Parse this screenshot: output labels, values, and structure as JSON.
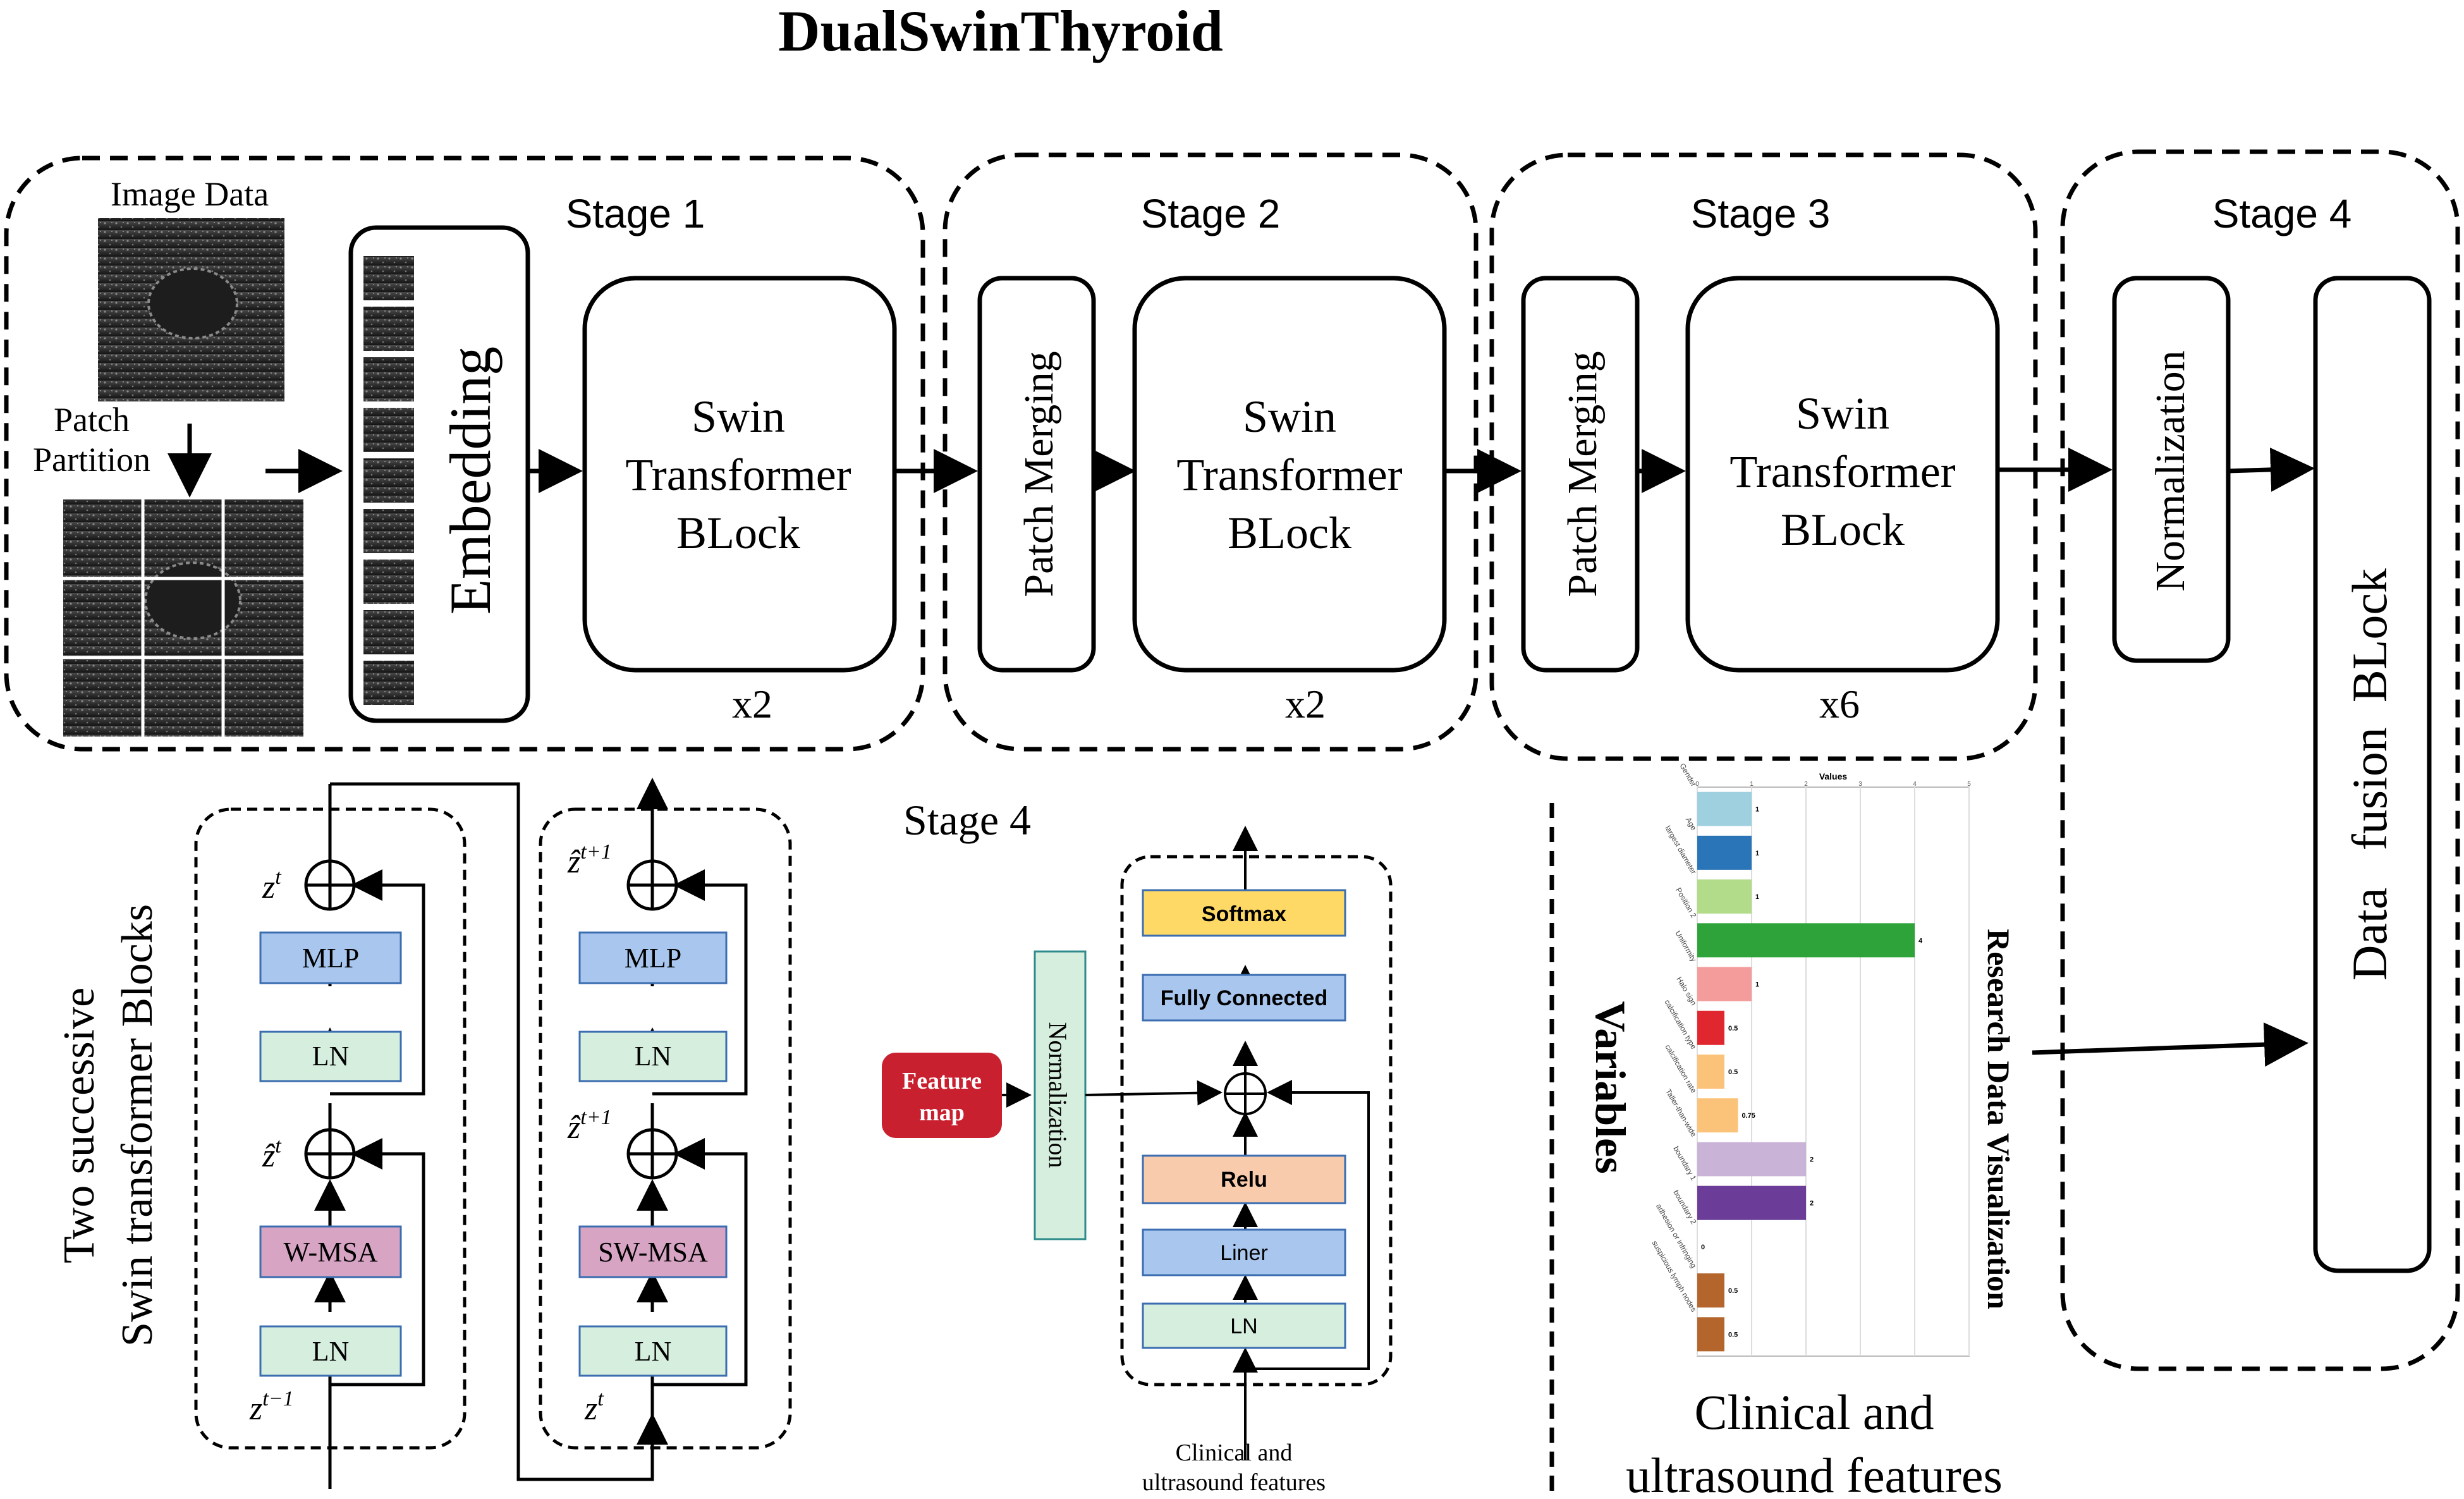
{
  "title": "DualSwinThyroid",
  "stages": {
    "s1": "Stage 1",
    "s2": "Stage 2",
    "s3": "Stage 3",
    "s4": "Stage 4",
    "s4_head": "Stage 4"
  },
  "top": {
    "image_data": "Image Data",
    "patch_partition_1": "Patch",
    "patch_partition_2": "Partition",
    "embedding": "Embedding",
    "swin_1": "Swin",
    "swin_2": "Transformer",
    "swin_3": "BLock",
    "patch_merging": "Patch Merging",
    "normalization": "Normalization",
    "data_fusion": "Data   fusion  BLock",
    "mult_x2": "x2",
    "mult_x6": "x6"
  },
  "blocks": {
    "side_label_1": "Two successive",
    "side_label_2": "Swin transformer Blocks",
    "mlp": "MLP",
    "ln": "LN",
    "wmsa": "W-MSA",
    "swmsa": "SW-MSA",
    "z_t": "z",
    "z_t_sup": "t",
    "zhat_t": "ẑ",
    "zhat_t_sup": "t",
    "z_tm1": "z",
    "z_tm1_sup": "t−1",
    "zhat_t1": "ẑ",
    "zhat_t1_sup": "t+1",
    "z_t_in": "z",
    "z_t_in_sup": "t"
  },
  "stage4": {
    "feature_map_1": "Feature",
    "feature_map_2": "map",
    "normalization": "Normalization",
    "softmax": "Softmax",
    "fully_connected": "Fully Connected",
    "relu": "Relu",
    "liner": "Liner",
    "ln": "LN",
    "clinical_1": "Clinical and",
    "clinical_2": "ultrasound features"
  },
  "variables_panel": {
    "variables": "Variables",
    "research": "Research Data Visualization",
    "clinical_1": "Clinical and",
    "clinical_2": "ultrasound features"
  },
  "chart_data": {
    "type": "bar",
    "orientation": "horizontal",
    "title": "Values",
    "xlim": [
      0,
      5
    ],
    "xticks": [
      0,
      1,
      2,
      3,
      4,
      5
    ],
    "grid": true,
    "categories": [
      "Gender",
      "Age",
      "largest diameter",
      "Position 2",
      "Uniformity",
      "Halo sign",
      "calcification type",
      "calcification rate",
      "Taller-than-wide",
      "boundary 1",
      "boundary 2",
      "adhesion or infringing",
      "suspicious lymph nodes"
    ],
    "values": [
      1,
      1,
      1,
      4,
      1,
      0.5,
      0.5,
      0.75,
      2,
      2,
      0,
      0.5,
      0.5
    ],
    "value_labels": [
      "1",
      "1",
      "1",
      "4",
      "1",
      "0.5",
      "0.5",
      "0.75",
      "2",
      "2",
      "0",
      "0.5",
      "0.5"
    ],
    "colors": [
      "#9fd0e0",
      "#2a74b8",
      "#b3dc8a",
      "#2ea33a",
      "#f49c9c",
      "#e0262e",
      "#fbc27a",
      "#fbc27a",
      "#c9b4d8",
      "#6b3d98",
      "#cccccc",
      "#b3652c",
      "#b3652c"
    ]
  },
  "colors": {
    "mlp": "#a8c6ee",
    "ln": "#d6eedd",
    "wmsa": "#d8a4c4",
    "softmax": "#ffd966",
    "fc": "#a8c6ee",
    "relu": "#f8cbad",
    "liner": "#a8c6ee",
    "feature_map": "#c8202e",
    "norm_green": "#d6eedd"
  }
}
